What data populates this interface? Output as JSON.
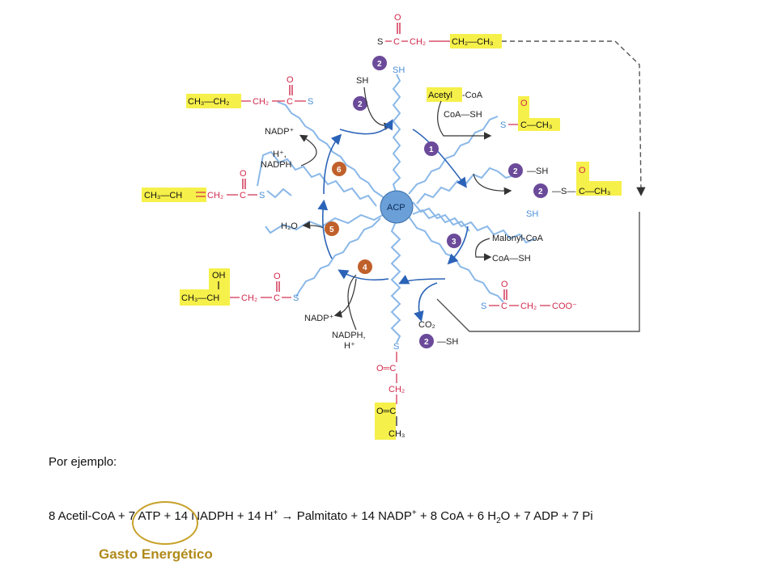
{
  "diagram": {
    "center": "ACP",
    "steps": [
      "1",
      "2",
      "3",
      "4",
      "5",
      "6"
    ],
    "labels": {
      "acetyl_coa": "Acetyl",
      "acetyl_coa_suffix": "-CoA",
      "coa_sh_top": "CoA—SH",
      "malonyl_coa": "Malonyl-CoA",
      "coa_sh_right": "CoA—SH",
      "co2": "CO₂",
      "sh": "SH",
      "s": "S",
      "nadp_top": "NADP⁺",
      "h_nadph_top": "H⁺,",
      "nadph_top": "NADPH",
      "h2o": "H₂O",
      "nadp_bottom": "NADP⁺",
      "nadph_bottom": "NADPH,",
      "h_bottom": "H⁺"
    },
    "chemistry": {
      "o": "O",
      "c": "C",
      "ch3": "CH₃",
      "ch2": "CH₂",
      "ch": "CH",
      "oh": "OH",
      "coo": "COO⁻",
      "ch3_ch2": "CH₃—CH₂",
      "ch3_ch": "CH₃—CH"
    }
  },
  "footer": {
    "example_label": "Por ejemplo:",
    "equation_left": "8 Acetil-CoA + 7 ATP + 14 NADPH + 14 H",
    "arrow": "→",
    "equation_right_1": "Palmitato + 14 NADP",
    "equation_right_2": "+ 8 CoA + 6 H",
    "equation_right_3": "O + 7 ADP + 7 Pi",
    "sup_plus": "+",
    "sub_2": "2",
    "energy_label": "Gasto Energético"
  },
  "colors": {
    "acp_fill": "#6a9fd8",
    "chain": "#8ab8e8",
    "step_purple": "#6b4a9a",
    "step_orange": "#c0602a",
    "highlight": "#f6f04a",
    "red_text": "#d02a4c",
    "arrow_blue": "#2b63b8",
    "energy": "#b08a1a"
  }
}
